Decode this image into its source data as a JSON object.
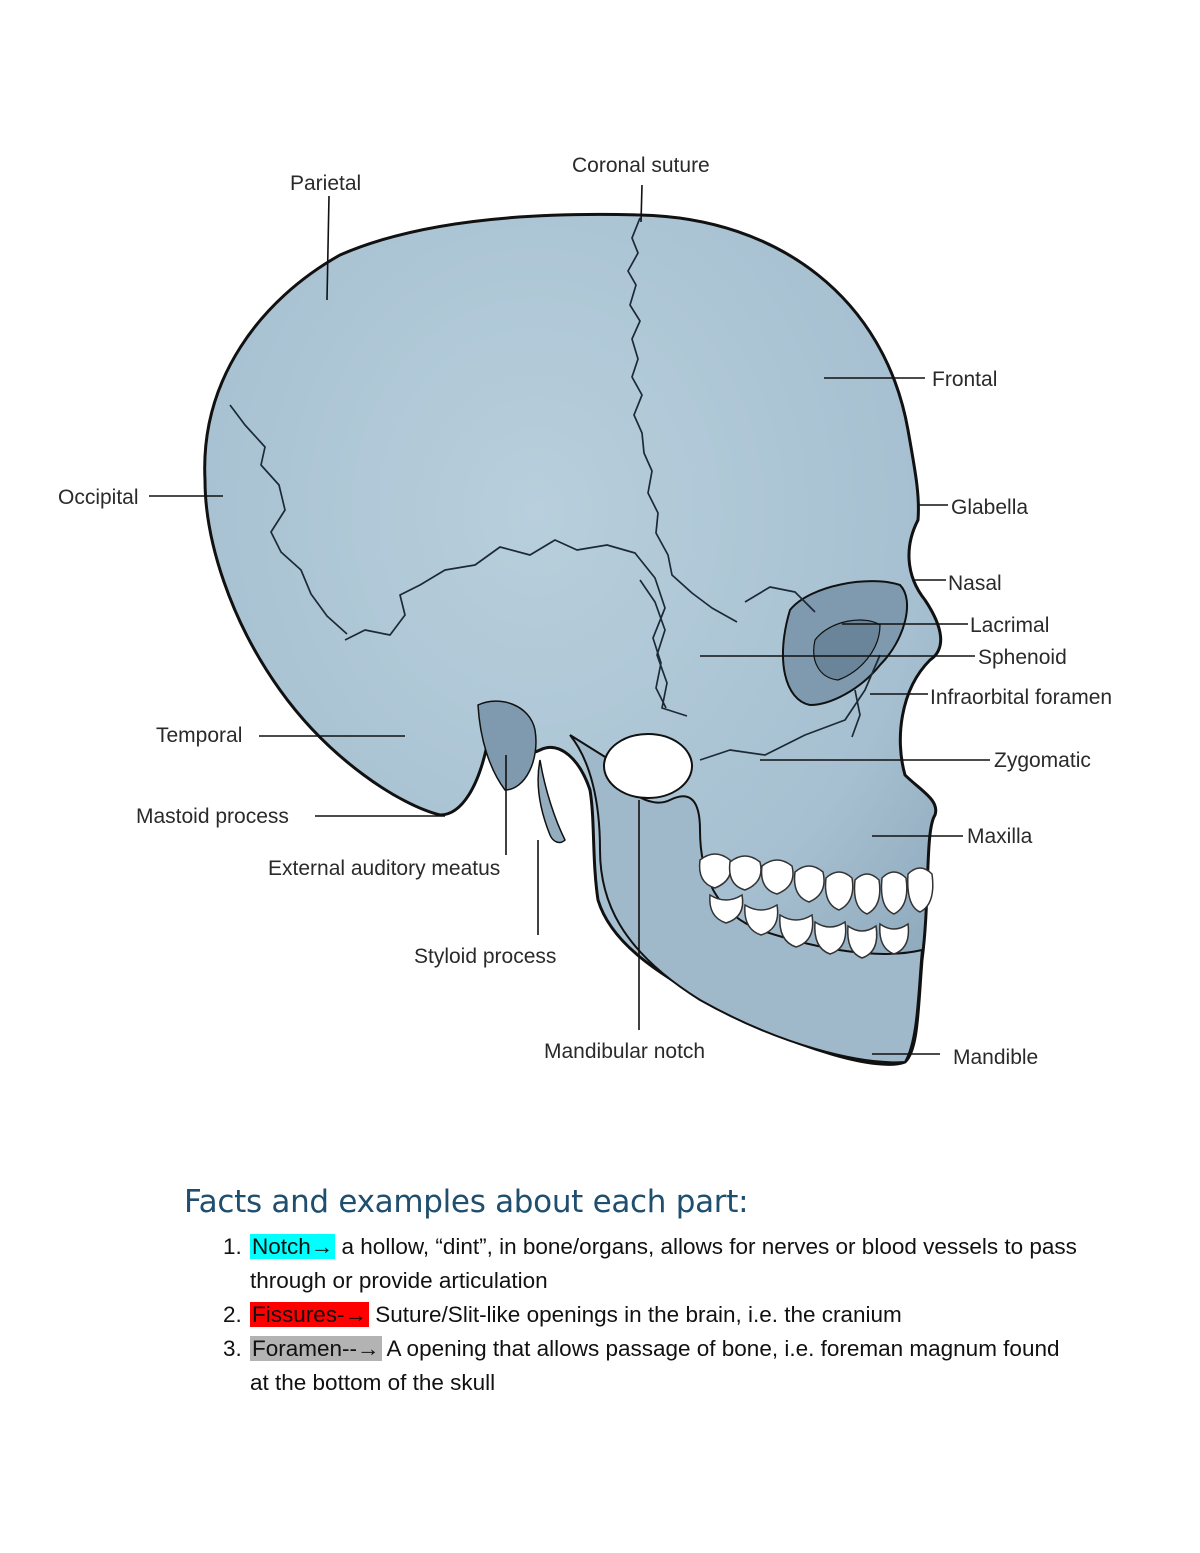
{
  "figure": {
    "labels": {
      "parietal": "Parietal",
      "coronal_suture": "Coronal suture",
      "frontal": "Frontal",
      "occipital": "Occipital",
      "glabella": "Glabella",
      "nasal": "Nasal",
      "lacrimal": "Lacrimal",
      "sphenoid": "Sphenoid",
      "infraorbital_foramen": "Infraorbital foramen",
      "temporal": "Temporal",
      "zygomatic": "Zygomatic",
      "mastoid_process": "Mastoid process",
      "maxilla": "Maxilla",
      "external_auditory_meatus": "External auditory meatus",
      "styloid_process": "Styloid process",
      "mandibular_notch": "Mandibular notch",
      "mandible": "Mandible"
    },
    "colors": {
      "bone": "#a9c3d3",
      "bone_shadow": "#7f9aae",
      "outline": "#111111",
      "teeth": "#ffffff"
    }
  },
  "facts": {
    "heading": "Facts and examples about each part:",
    "items": [
      {
        "number": "1.",
        "term": "Notch→",
        "text": " a hollow, “dint”, in bone/organs, allows for nerves or blood vessels to pass through or provide articulation",
        "highlight": "#00ffff"
      },
      {
        "number": "2.",
        "term": "Fissures-→",
        "text": " Suture/Slit-like openings in the brain, i.e. the cranium",
        "highlight": "#ff0000"
      },
      {
        "number": "3.",
        "term": "Foramen--→",
        "text": " A opening that allows passage of bone, i.e. foreman magnum found at the bottom of the skull",
        "highlight": "#b3b3b3"
      }
    ]
  }
}
